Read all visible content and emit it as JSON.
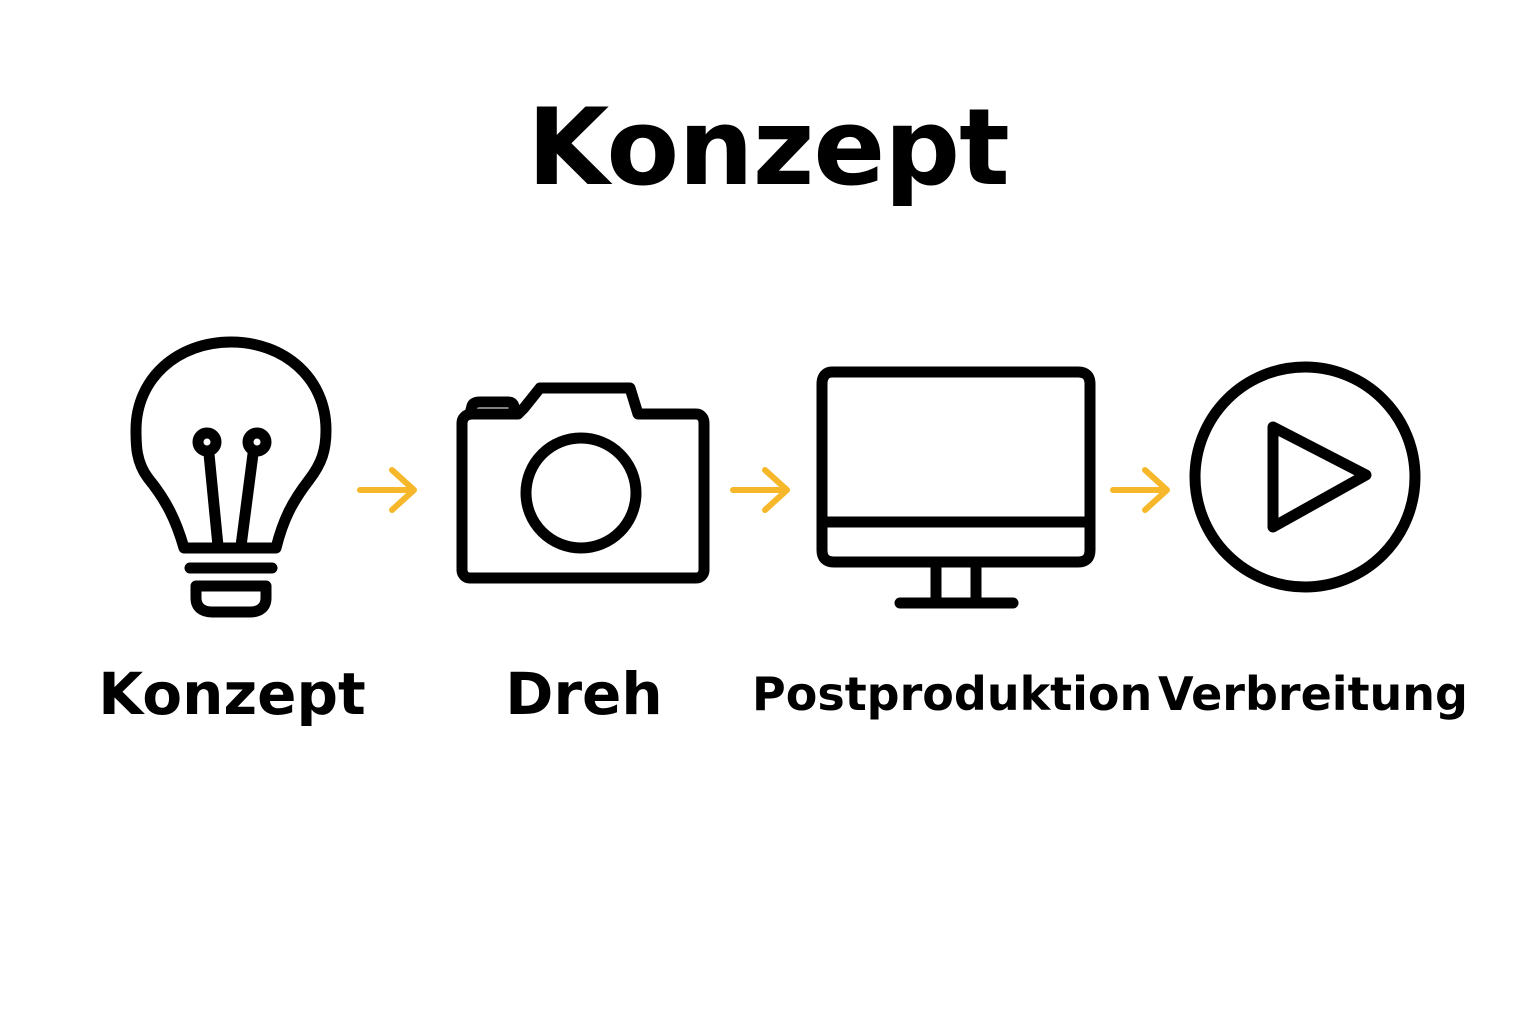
{
  "title": "Konzept",
  "colors": {
    "stroke": "#000000",
    "arrow": "#F6B82A",
    "background": "#FFFFFF"
  },
  "steps": [
    {
      "label": "Konzept",
      "icon": "lightbulb-icon"
    },
    {
      "label": "Dreh",
      "icon": "camera-icon"
    },
    {
      "label": "Postproduktion",
      "icon": "monitor-icon"
    },
    {
      "label": "Verbreitung",
      "icon": "play-circle-icon"
    }
  ],
  "connectors": [
    "arrow-right-icon",
    "arrow-right-icon",
    "arrow-right-icon"
  ]
}
